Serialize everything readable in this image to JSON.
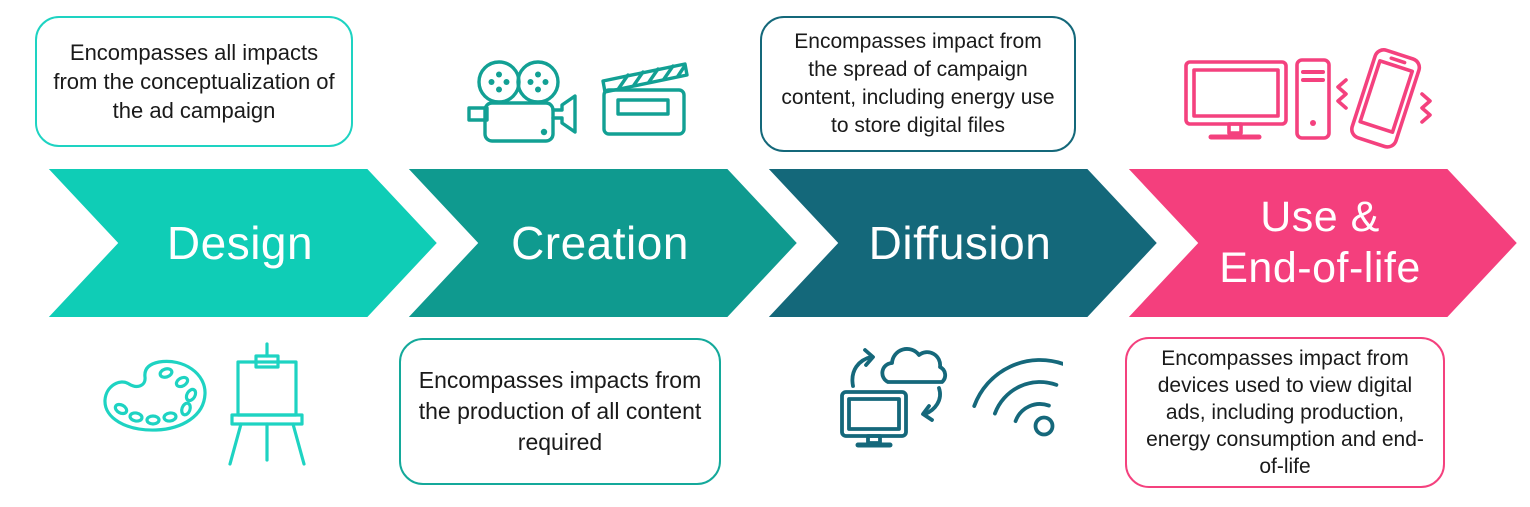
{
  "diagram": {
    "type": "process-chevron-flow",
    "stage_count": 4,
    "palette": {
      "turquoise": "#0fcdb6",
      "teal": "#0f9a8f",
      "dark_teal": "#14687a",
      "pink": "#f43f7d",
      "note_border_turquoise": "#1ed3c2",
      "note_border_teal": "#14a99b",
      "note_text": "#1a1a1a",
      "stage_label_text": "#ffffff"
    },
    "stages": [
      {
        "label": "Design",
        "arrow_color": "#0fcdb6",
        "annotation": "Encompasses all impacts from the conceptualization of the ad campaign",
        "annotation_position": "top",
        "icons": [
          "palette-icon",
          "easel-icon"
        ]
      },
      {
        "label": "Creation",
        "arrow_color": "#0f9a8f",
        "annotation": "Encompasses impacts from the production of all content required",
        "annotation_position": "bottom",
        "icons": [
          "movie-camera-icon",
          "clapperboard-icon"
        ]
      },
      {
        "label": "Diffusion",
        "arrow_color": "#14687a",
        "annotation": "Encompasses impact from the spread of campaign content, including energy use to store digital files",
        "annotation_position": "top",
        "icons": [
          "monitor-cloud-sync-icon",
          "wireless-signal-icon"
        ]
      },
      {
        "label": "Use & End-of-life",
        "label_lines": [
          "Use &",
          "End-of-life"
        ],
        "arrow_color": "#f43f7d",
        "annotation": "Encompasses impact from devices used to view digital ads, including production, energy consumption and end-of-life",
        "annotation_position": "bottom",
        "icons": [
          "desktop-computer-icon",
          "vibrating-phone-icon"
        ]
      }
    ]
  }
}
